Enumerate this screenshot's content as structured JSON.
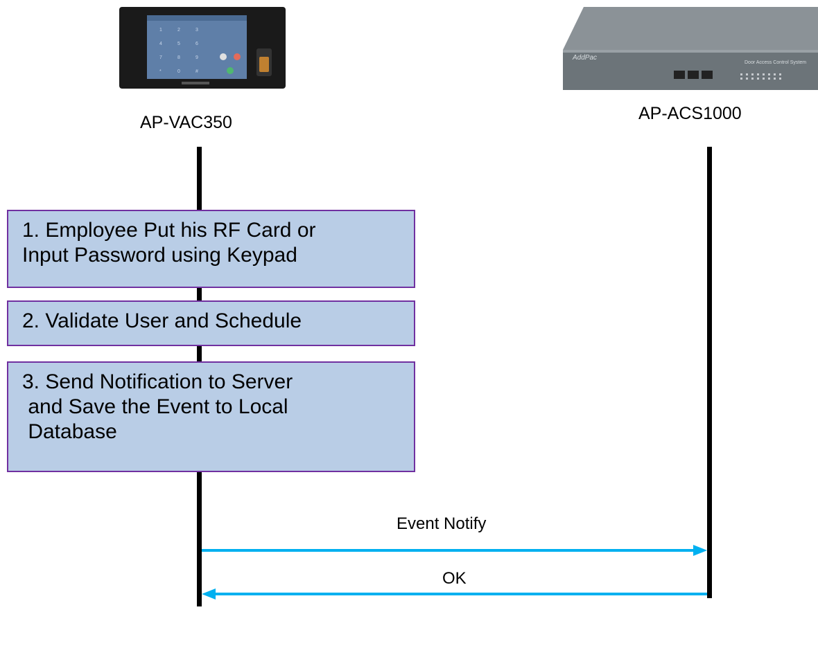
{
  "devices": {
    "left": {
      "label": "AP-VAC350",
      "icon": "access-terminal-icon"
    },
    "right": {
      "label": "AP-ACS1000",
      "icon": "control-system-unit-icon",
      "brand": "AddPac",
      "panel_text": "Door Access Control System"
    }
  },
  "steps": [
    {
      "text": "1. Employee Put his RF Card or\nInput Password using Keypad"
    },
    {
      "text": "2. Validate User and Schedule"
    },
    {
      "text": "3. Send Notification to Server\n and Save the Event to Local\n Database"
    }
  ],
  "messages": [
    {
      "label": "Event Notify",
      "direction": "left-to-right"
    },
    {
      "label": "OK",
      "direction": "right-to-left"
    }
  ],
  "colors": {
    "step_fill": "#b9cde6",
    "step_border": "#7030a0",
    "arrow": "#00b0f0",
    "lifeline": "#000000"
  }
}
